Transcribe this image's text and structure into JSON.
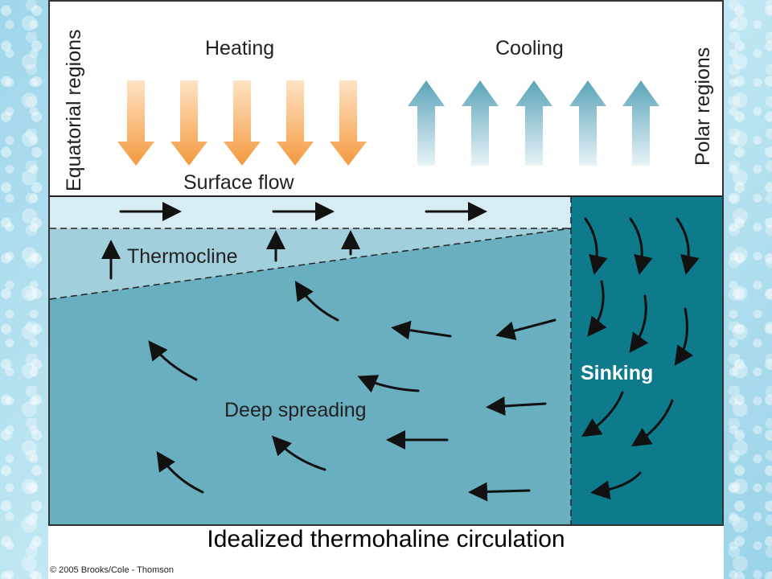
{
  "labels": {
    "equatorial": "Equatorial regions",
    "polar": "Polar regions",
    "heating": "Heating",
    "cooling": "Cooling",
    "surface_flow": "Surface flow",
    "thermocline": "Thermocline",
    "deep_spreading": "Deep spreading",
    "sinking": "Sinking"
  },
  "caption": "Idealized thermohaline circulation",
  "copyright": "© 2005 Brooks/Cole - Thomson",
  "colors": {
    "heating_arrow": "#f5a04a",
    "cooling_arrow": "#5aa3b8",
    "surface_layer": "#d7ecf3",
    "upper_layer": "#a2cfdc",
    "deep_water": "#69afc0",
    "sinking_zone": "#0e7b8d"
  }
}
